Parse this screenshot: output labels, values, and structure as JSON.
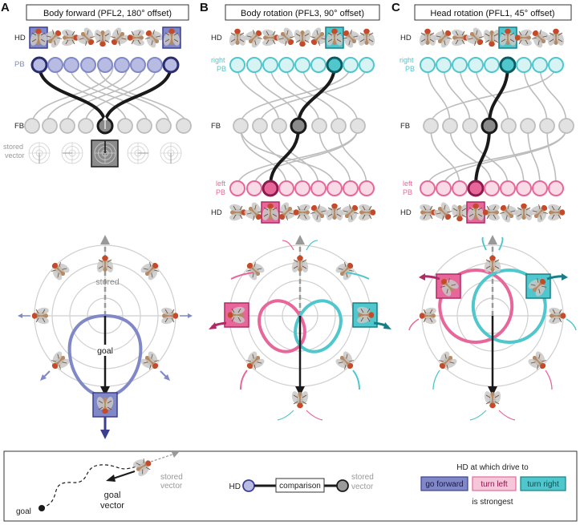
{
  "colors": {
    "forward": "#8088c8",
    "forward_dark": "#3b3f8f",
    "left": "#e8679a",
    "left_dark": "#b02a66",
    "right": "#4fc7cd",
    "right_dark": "#167e86",
    "gray": "#bdbdbd",
    "node_fill": "#e2e2e2",
    "black": "#1a1a1a"
  },
  "panels": [
    {
      "letter": "A",
      "title": "Body forward (PFL2, 180° offset)"
    },
    {
      "letter": "B",
      "title": "Body rotation (PFL3, 90° offset)"
    },
    {
      "letter": "C",
      "title": "Head rotation (PFL1, 45° offset)"
    }
  ],
  "labels": {
    "hd": "HD",
    "pb": "PB",
    "fb": "FB",
    "right_pb": [
      "right",
      "PB"
    ],
    "left_pb": [
      "left",
      "PB"
    ],
    "stored_vector": [
      "stored",
      "vector"
    ],
    "stored": "stored",
    "goal": "goal"
  },
  "legend": {
    "goal": "goal",
    "goal_vector": [
      "goal",
      "vector"
    ],
    "stored_vector": [
      "stored",
      "vector"
    ],
    "hd": "HD",
    "comparison": "comparison",
    "strongest_heading": "HD at which drive to",
    "strongest_footer": "is strongest",
    "go_forward": "go forward",
    "turn_left": "turn left",
    "turn_right": "turn right"
  },
  "icons": [
    "fly-icon",
    "vector-compass-icon",
    "arrow-icon"
  ]
}
